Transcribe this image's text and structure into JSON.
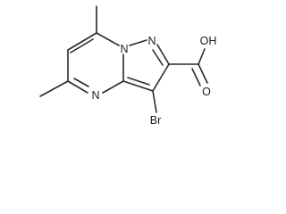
{
  "structure": {
    "atoms": {
      "n1": "N",
      "n2": "N",
      "n4": "N",
      "br": "Br",
      "oh": "OH",
      "o": "O"
    }
  }
}
